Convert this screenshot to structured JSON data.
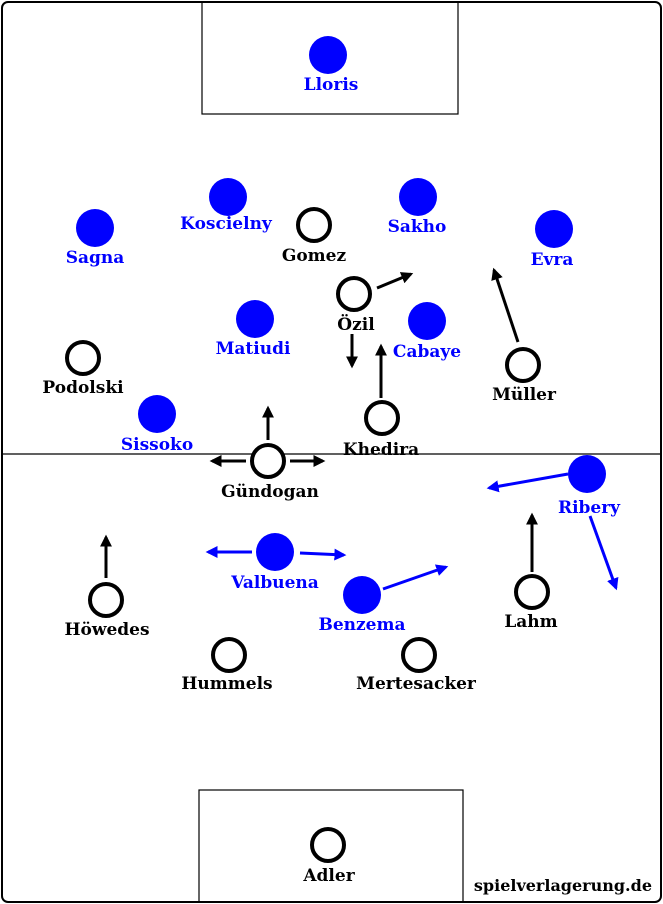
{
  "colors": {
    "france": "#0000ff",
    "germany": "#000000",
    "background": "#ffffff",
    "lines": "#000000"
  },
  "players": {
    "lloris": "Lloris",
    "sagna": "Sagna",
    "koscielny": "Koscielny",
    "sakho": "Sakho",
    "evra": "Evra",
    "gomez": "Gomez",
    "ozil": "Özil",
    "matiudi": "Matiudi",
    "cabaye": "Cabaye",
    "podolski": "Podolski",
    "muller": "Müller",
    "sissoko": "Sissoko",
    "khedira": "Khedira",
    "gundogan": "Gündogan",
    "ribery": "Ribery",
    "valbuena": "Valbuena",
    "howedes": "Höwedes",
    "benzema": "Benzema",
    "lahm": "Lahm",
    "hummels": "Hummels",
    "mertesacker": "Mertesacker",
    "adler": "Adler"
  },
  "credit": "spielverlagerung.de"
}
